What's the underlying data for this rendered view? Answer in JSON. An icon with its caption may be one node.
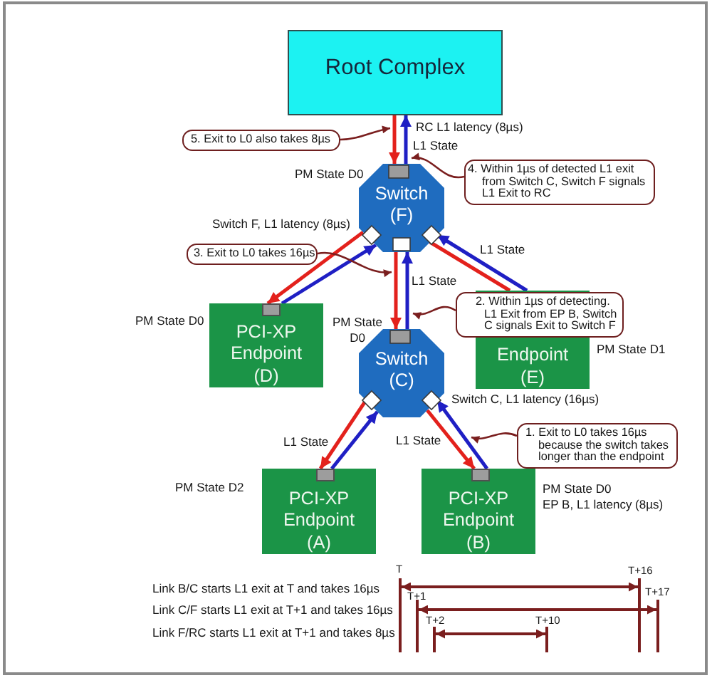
{
  "diagram": {
    "nodes": [
      {
        "text": [
          "Root Complex"
        ]
      },
      {
        "text": [
          "5. Exit to L0 also takes 8µs"
        ]
      },
      {
        "text": [
          "4. Within 1µs of detected L1 exit from Switch C, Switch F signals L1 Exit to RC"
        ]
      },
      {
        "text": [
          "Switch (F)"
        ],
        "beside": [
          "PM State D0",
          "Switch F, L1 latency (8µs)"
        ]
      },
      {
        "text": [
          "3. Exit to L0 takes 16µs"
        ]
      },
      {
        "text": [
          "PCI-XP Endpoint (D)"
        ],
        "beside": [
          "PM State D0"
        ]
      },
      {
        "text": [
          "2. Within 1µs of detecting. L1 Exit from EP B, Switch C signals Exit to Switch F"
        ]
      },
      {
        "text": [
          "Endpoint (E)"
        ],
        "beside": [
          "PM State D1"
        ]
      },
      {
        "text": [
          "Switch (C)"
        ],
        "beside": [
          "PM State D0",
          "Switch C, L1 latency (16µs)"
        ]
      },
      {
        "text": [
          "1. Exit to L0 takes 16µs because the switch takes longer than the endpoint"
        ]
      },
      {
        "text": [
          "PCI-XP Endpoint (A)"
        ],
        "beside": [
          "PM State D2"
        ]
      },
      {
        "text": [
          "PCI-XP Endpoint (B)"
        ],
        "beside": [
          "PM State D0",
          "EP B, L1 latency (8µs)"
        ]
      }
    ],
    "edges": [
      {
        "from": 0,
        "to": 3,
        "arrow": "to",
        "color": "#e3211c"
      },
      {
        "from": 3,
        "to": 0,
        "arrow": "to",
        "color": "#1f1fc4"
      },
      {
        "from": 3,
        "to": 5,
        "arrow": "to",
        "color": "#e3211c"
      },
      {
        "from": 5,
        "to": 3,
        "arrow": "to",
        "color": "#1f1fc4"
      },
      {
        "from": 3,
        "to": 7,
        "arrow": "none",
        "color": "#e3211c"
      },
      {
        "from": 7,
        "to": 3,
        "arrow": "to",
        "color": "#1f1fc4"
      },
      {
        "from": 3,
        "to": 8,
        "arrow": "to",
        "color": "#e3211c"
      },
      {
        "from": 8,
        "to": 3,
        "arrow": "to",
        "color": "#1f1fc4"
      },
      {
        "from": 8,
        "to": 10,
        "arrow": "to",
        "color": "#e3211c"
      },
      {
        "from": 10,
        "to": 8,
        "arrow": "to",
        "color": "#1f1fc4"
      },
      {
        "from": 8,
        "to": 11,
        "arrow": "to",
        "color": "#e3211c"
      },
      {
        "from": 11,
        "to": 8,
        "arrow": "to",
        "color": "#1f1fc4"
      },
      {
        "from": 1,
        "to": 0,
        "arrow": "to",
        "color": "#7a1e1e"
      },
      {
        "from": 2,
        "to": 3,
        "arrow": "to",
        "color": "#7a1e1e"
      },
      {
        "from": 4,
        "to": 3,
        "arrow": "to",
        "color": "#7a1e1e"
      },
      {
        "from": 6,
        "to": 8,
        "arrow": "to",
        "color": "#7a1e1e"
      },
      {
        "from": 9,
        "to": 8,
        "arrow": "to",
        "color": "#7a1e1e"
      }
    ],
    "labels": [
      "RC L1 latency (8µs)",
      "L1 State",
      "L1 State",
      "L1 State",
      "L1 State",
      "L1 State",
      "Link B/C starts L1 exit at T and takes 16µs",
      "Link C/F starts L1 exit at T+1 and takes 16µs",
      "Link F/RC starts L1 exit at T+1 and takes 8µs",
      "T",
      "T+16",
      "T+1",
      "T+17",
      "T+2",
      "T+10"
    ]
  }
}
